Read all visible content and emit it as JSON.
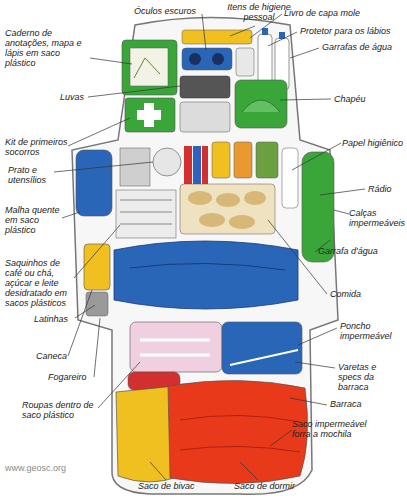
{
  "diagram": {
    "labels": [
      "Óculos escuros",
      "Itens de higiene pessoal",
      "Livro de capa mole",
      "Caderno de anotações, mapa e lápis em saco plástico",
      "Protetor para os lábios",
      "Garrafas de água",
      "Luvas",
      "Chapéu",
      "Kit de primeiros socorros",
      "Papel higiênico",
      "Prato e utensílios",
      "Rádio",
      "Malha quente em saco plástico",
      "Calças impermeáveis",
      "Garrafa d'água",
      "Saquinhos de café ou chá, açúcar e leite desidratado em sacos plásticos",
      "Comida",
      "Latinhas",
      "Poncho impermeável",
      "Caneca",
      "Varetas e specs da barraca",
      "Fogareiro",
      "Barraca",
      "Roupas dentro de saco plástico",
      "Saco impermeável forra a mochila",
      "www.geosc.org",
      "Saco de bivac",
      "Saco de dormir"
    ]
  }
}
